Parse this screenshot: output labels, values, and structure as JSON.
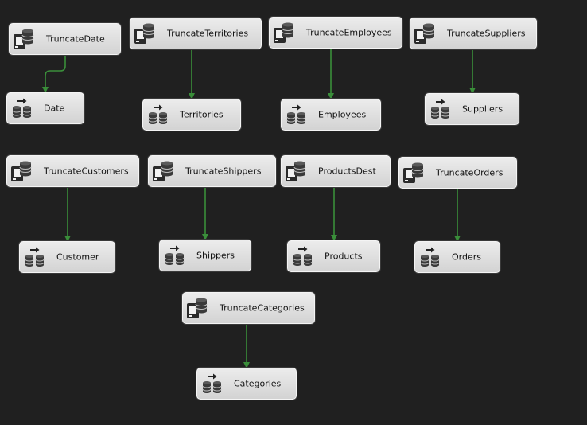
{
  "diagram": {
    "connector_color": "#3a8e3a",
    "tasks": [
      {
        "id": "truncate-date",
        "label": "TruncateDate",
        "kind": "sql",
        "icon": "execute-sql-icon"
      },
      {
        "id": "date",
        "label": "Date",
        "kind": "flow",
        "icon": "data-flow-icon"
      },
      {
        "id": "truncate-territories",
        "label": "TruncateTerritories",
        "kind": "sql",
        "icon": "execute-sql-icon"
      },
      {
        "id": "territories",
        "label": "Territories",
        "kind": "flow",
        "icon": "data-flow-icon"
      },
      {
        "id": "truncate-employees",
        "label": "TruncateEmployees",
        "kind": "sql",
        "icon": "execute-sql-icon"
      },
      {
        "id": "employees",
        "label": "Employees",
        "kind": "flow",
        "icon": "data-flow-icon"
      },
      {
        "id": "truncate-suppliers",
        "label": "TruncateSuppliers",
        "kind": "sql",
        "icon": "execute-sql-icon"
      },
      {
        "id": "suppliers",
        "label": "Suppliers",
        "kind": "flow",
        "icon": "data-flow-icon"
      },
      {
        "id": "truncate-customers",
        "label": "TruncateCustomers",
        "kind": "sql",
        "icon": "execute-sql-icon"
      },
      {
        "id": "customer",
        "label": "Customer",
        "kind": "flow",
        "icon": "data-flow-icon"
      },
      {
        "id": "truncate-shippers",
        "label": "TruncateShippers",
        "kind": "sql",
        "icon": "execute-sql-icon"
      },
      {
        "id": "shippers",
        "label": "Shippers",
        "kind": "flow",
        "icon": "data-flow-icon"
      },
      {
        "id": "products-dest",
        "label": "ProductsDest",
        "kind": "sql",
        "icon": "execute-sql-icon"
      },
      {
        "id": "products",
        "label": "Products",
        "kind": "flow",
        "icon": "data-flow-icon"
      },
      {
        "id": "truncate-orders",
        "label": "TruncateOrders",
        "kind": "sql",
        "icon": "execute-sql-icon"
      },
      {
        "id": "orders",
        "label": "Orders",
        "kind": "flow",
        "icon": "data-flow-icon"
      },
      {
        "id": "truncate-categories",
        "label": "TruncateCategories",
        "kind": "sql",
        "icon": "execute-sql-icon"
      },
      {
        "id": "categories",
        "label": "Categories",
        "kind": "flow",
        "icon": "data-flow-icon"
      }
    ],
    "connectors": [
      {
        "from": "truncate-date",
        "to": "date"
      },
      {
        "from": "truncate-territories",
        "to": "territories"
      },
      {
        "from": "truncate-employees",
        "to": "employees"
      },
      {
        "from": "truncate-suppliers",
        "to": "suppliers"
      },
      {
        "from": "truncate-customers",
        "to": "customer"
      },
      {
        "from": "truncate-shippers",
        "to": "shippers"
      },
      {
        "from": "products-dest",
        "to": "products"
      },
      {
        "from": "truncate-orders",
        "to": "orders"
      },
      {
        "from": "truncate-categories",
        "to": "categories"
      }
    ]
  }
}
